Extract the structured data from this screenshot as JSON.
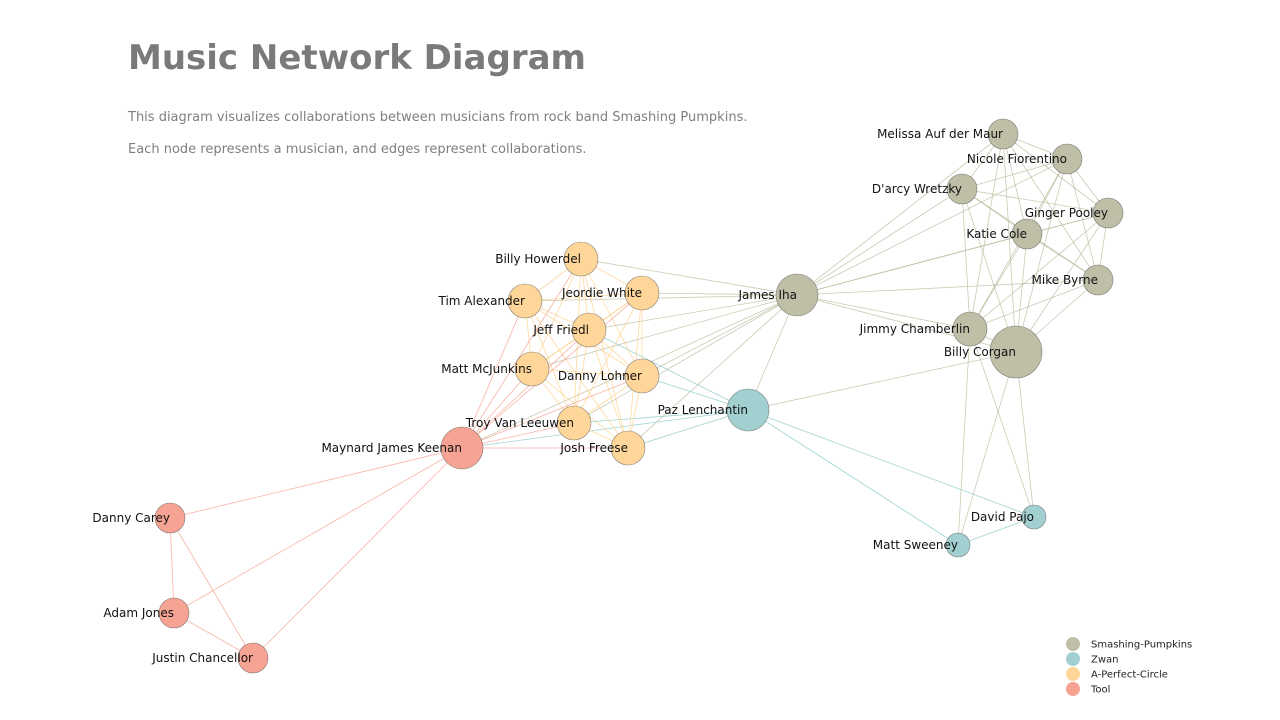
{
  "title": "Music Network Diagram",
  "description": [
    "This diagram visualizes collaborations between musicians from rock band Smashing Pumpkins.",
    "Each node represents a musician, and edges represent collaborations."
  ],
  "groups": {
    "Smashing-Pumpkins": "#bfbfa8",
    "Zwan": "#a2cfcf",
    "A-Perfect-Circle": "#ffd699",
    "Tool": "#f7a393"
  },
  "legend": [
    {
      "label": "Smashing-Pumpkins",
      "group": "Smashing-Pumpkins"
    },
    {
      "label": "Zwan",
      "group": "Zwan"
    },
    {
      "label": "A-Perfect-Circle",
      "group": "A-Perfect-Circle"
    },
    {
      "label": "Tool",
      "group": "Tool"
    }
  ],
  "nodes": [
    {
      "id": "melissa",
      "name": "Melissa Auf der Maur",
      "group": "Smashing-Pumpkins",
      "size": "small"
    },
    {
      "id": "nicole",
      "name": "Nicole Fiorentino",
      "group": "Smashing-Pumpkins",
      "size": "small"
    },
    {
      "id": "darcy",
      "name": "D'arcy Wretzky",
      "group": "Smashing-Pumpkins",
      "size": "small"
    },
    {
      "id": "ginger",
      "name": "Ginger Pooley",
      "group": "Smashing-Pumpkins",
      "size": "small"
    },
    {
      "id": "katie",
      "name": "Katie Cole",
      "group": "Smashing-Pumpkins",
      "size": "small"
    },
    {
      "id": "mike",
      "name": "Mike Byrne",
      "group": "Smashing-Pumpkins",
      "size": "small"
    },
    {
      "id": "james",
      "name": "James Iha",
      "group": "Smashing-Pumpkins",
      "size": "large"
    },
    {
      "id": "jimmy",
      "name": "Jimmy Chamberlin",
      "group": "Smashing-Pumpkins",
      "size": "medium"
    },
    {
      "id": "billyc",
      "name": "Billy Corgan",
      "group": "Smashing-Pumpkins",
      "size": "xlarge"
    },
    {
      "id": "paz",
      "name": "Paz Lenchantin",
      "group": "Zwan",
      "size": "large"
    },
    {
      "id": "davidp",
      "name": "David Pajo",
      "group": "Zwan",
      "size": "xsmall"
    },
    {
      "id": "matts",
      "name": "Matt Sweeney",
      "group": "Zwan",
      "size": "xsmall"
    },
    {
      "id": "billyh",
      "name": "Billy Howerdel",
      "group": "A-Perfect-Circle",
      "size": "medium"
    },
    {
      "id": "jeordie",
      "name": "Jeordie White",
      "group": "A-Perfect-Circle",
      "size": "medium"
    },
    {
      "id": "tim",
      "name": "Tim Alexander",
      "group": "A-Perfect-Circle",
      "size": "medium"
    },
    {
      "id": "jeff",
      "name": "Jeff Friedl",
      "group": "A-Perfect-Circle",
      "size": "medium"
    },
    {
      "id": "mattm",
      "name": "Matt McJunkins",
      "group": "A-Perfect-Circle",
      "size": "medium"
    },
    {
      "id": "danny",
      "name": "Danny Lohner",
      "group": "A-Perfect-Circle",
      "size": "medium"
    },
    {
      "id": "troy",
      "name": "Troy Van Leeuwen",
      "group": "A-Perfect-Circle",
      "size": "medium"
    },
    {
      "id": "josh",
      "name": "Josh Freese",
      "group": "A-Perfect-Circle",
      "size": "medium"
    },
    {
      "id": "maynard",
      "name": "Maynard James Keenan",
      "group": "Tool",
      "size": "large"
    },
    {
      "id": "dannyc",
      "name": "Danny Carey",
      "group": "Tool",
      "size": "small"
    },
    {
      "id": "adam",
      "name": "Adam Jones",
      "group": "Tool",
      "size": "small"
    },
    {
      "id": "justin",
      "name": "Justin Chancellor",
      "group": "Tool",
      "size": "small"
    }
  ],
  "edges": [
    [
      "melissa",
      "nicole"
    ],
    [
      "melissa",
      "darcy"
    ],
    [
      "melissa",
      "ginger"
    ],
    [
      "melissa",
      "katie"
    ],
    [
      "melissa",
      "mike"
    ],
    [
      "melissa",
      "james"
    ],
    [
      "melissa",
      "jimmy"
    ],
    [
      "melissa",
      "billyc"
    ],
    [
      "nicole",
      "darcy"
    ],
    [
      "nicole",
      "ginger"
    ],
    [
      "nicole",
      "katie"
    ],
    [
      "nicole",
      "mike"
    ],
    [
      "nicole",
      "james"
    ],
    [
      "nicole",
      "jimmy"
    ],
    [
      "nicole",
      "billyc"
    ],
    [
      "darcy",
      "ginger"
    ],
    [
      "darcy",
      "katie"
    ],
    [
      "darcy",
      "mike"
    ],
    [
      "darcy",
      "james"
    ],
    [
      "darcy",
      "jimmy"
    ],
    [
      "darcy",
      "billyc"
    ],
    [
      "ginger",
      "katie"
    ],
    [
      "ginger",
      "mike"
    ],
    [
      "ginger",
      "james"
    ],
    [
      "ginger",
      "jimmy"
    ],
    [
      "ginger",
      "billyc"
    ],
    [
      "katie",
      "mike"
    ],
    [
      "katie",
      "james"
    ],
    [
      "katie",
      "jimmy"
    ],
    [
      "katie",
      "billyc"
    ],
    [
      "mike",
      "james"
    ],
    [
      "mike",
      "jimmy"
    ],
    [
      "mike",
      "billyc"
    ],
    [
      "james",
      "jimmy"
    ],
    [
      "james",
      "billyc"
    ],
    [
      "jimmy",
      "billyc"
    ],
    [
      "billyc",
      "paz"
    ],
    [
      "billyc",
      "davidp"
    ],
    [
      "billyc",
      "matts"
    ],
    [
      "jimmy",
      "davidp"
    ],
    [
      "jimmy",
      "matts"
    ],
    [
      "james",
      "paz"
    ],
    [
      "paz",
      "davidp"
    ],
    [
      "paz",
      "matts"
    ],
    [
      "davidp",
      "matts"
    ],
    [
      "james",
      "billyh"
    ],
    [
      "james",
      "jeordie"
    ],
    [
      "james",
      "tim"
    ],
    [
      "james",
      "jeff"
    ],
    [
      "james",
      "mattm"
    ],
    [
      "james",
      "danny"
    ],
    [
      "james",
      "troy"
    ],
    [
      "james",
      "josh"
    ],
    [
      "james",
      "maynard"
    ],
    [
      "paz",
      "jeff"
    ],
    [
      "paz",
      "danny"
    ],
    [
      "paz",
      "troy"
    ],
    [
      "paz",
      "josh"
    ],
    [
      "paz",
      "maynard"
    ],
    [
      "billyh",
      "jeordie"
    ],
    [
      "billyh",
      "tim"
    ],
    [
      "billyh",
      "jeff"
    ],
    [
      "billyh",
      "mattm"
    ],
    [
      "billyh",
      "danny"
    ],
    [
      "billyh",
      "troy"
    ],
    [
      "billyh",
      "josh"
    ],
    [
      "jeordie",
      "tim"
    ],
    [
      "jeordie",
      "jeff"
    ],
    [
      "jeordie",
      "mattm"
    ],
    [
      "jeordie",
      "danny"
    ],
    [
      "jeordie",
      "troy"
    ],
    [
      "jeordie",
      "josh"
    ],
    [
      "tim",
      "jeff"
    ],
    [
      "tim",
      "mattm"
    ],
    [
      "tim",
      "danny"
    ],
    [
      "tim",
      "troy"
    ],
    [
      "tim",
      "josh"
    ],
    [
      "jeff",
      "mattm"
    ],
    [
      "jeff",
      "danny"
    ],
    [
      "jeff",
      "troy"
    ],
    [
      "jeff",
      "josh"
    ],
    [
      "mattm",
      "danny"
    ],
    [
      "mattm",
      "troy"
    ],
    [
      "mattm",
      "josh"
    ],
    [
      "danny",
      "troy"
    ],
    [
      "danny",
      "josh"
    ],
    [
      "troy",
      "josh"
    ],
    [
      "maynard",
      "billyh"
    ],
    [
      "maynard",
      "jeordie"
    ],
    [
      "maynard",
      "tim"
    ],
    [
      "maynard",
      "jeff"
    ],
    [
      "maynard",
      "mattm"
    ],
    [
      "maynard",
      "danny"
    ],
    [
      "maynard",
      "troy"
    ],
    [
      "maynard",
      "josh"
    ],
    [
      "maynard",
      "dannyc"
    ],
    [
      "maynard",
      "adam"
    ],
    [
      "maynard",
      "justin"
    ],
    [
      "dannyc",
      "adam"
    ],
    [
      "dannyc",
      "justin"
    ],
    [
      "adam",
      "justin"
    ]
  ]
}
